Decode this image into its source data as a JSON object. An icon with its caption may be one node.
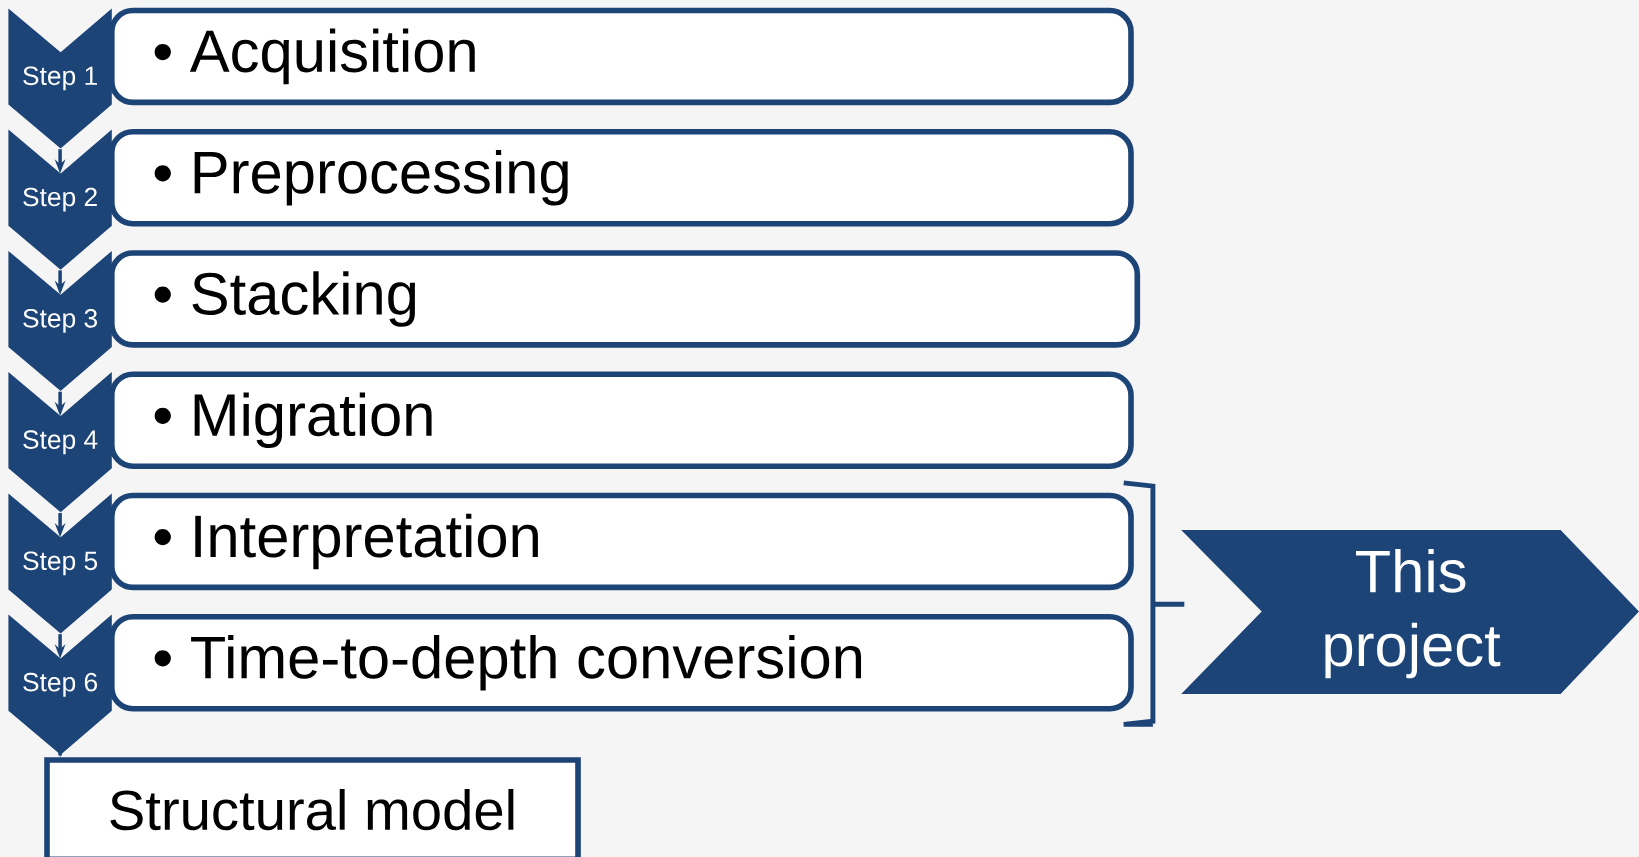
{
  "diagram": {
    "nodes": [
      {
        "text": [
          "Step 1"
        ]
      },
      {
        "text": [
          "• Acquisition"
        ]
      },
      {
        "text": [
          "Step 2"
        ]
      },
      {
        "text": [
          "• Preprocessing"
        ]
      },
      {
        "text": [
          "Step 3"
        ]
      },
      {
        "text": [
          "• Stacking"
        ]
      },
      {
        "text": [
          "Step 4"
        ]
      },
      {
        "text": [
          "• Migration"
        ]
      },
      {
        "text": [
          "Step 5"
        ]
      },
      {
        "text": [
          "• Interpretation"
        ]
      },
      {
        "text": [
          "Step 6"
        ]
      },
      {
        "text": [
          "• Time-to-depth conversion"
        ]
      },
      {
        "text": [
          "This project"
        ]
      },
      {
        "text": [
          "Structural model"
        ]
      }
    ],
    "edges": [
      {
        "from": 0,
        "to": 2,
        "arrow": "to"
      },
      {
        "from": 2,
        "to": 4,
        "arrow": "to"
      },
      {
        "from": 4,
        "to": 6,
        "arrow": "to"
      },
      {
        "from": 6,
        "to": 8,
        "arrow": "to"
      },
      {
        "from": 8,
        "to": 10,
        "arrow": "to"
      },
      {
        "from": 10,
        "to": 13,
        "arrow": "to"
      }
    ]
  }
}
